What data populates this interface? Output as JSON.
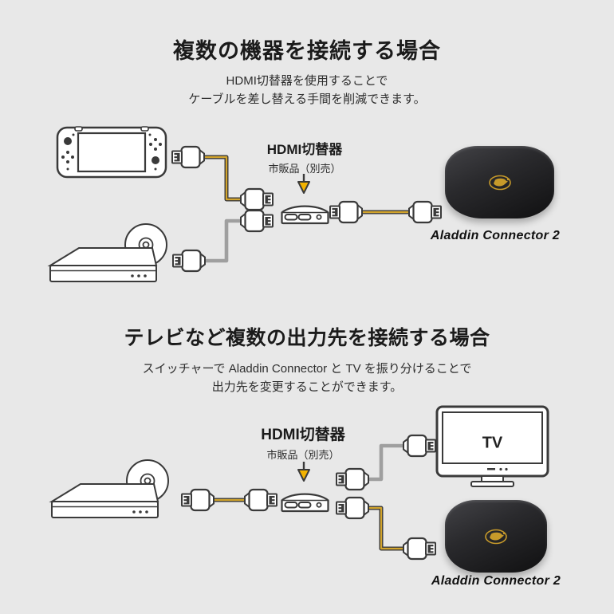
{
  "colors": {
    "background": "#e8e8e8",
    "line": "#3a3a3a",
    "cable_yellow": "#d2a42c",
    "cable_gray": "#9f9f9f",
    "arrow_yellow": "#f3b300",
    "device_black": "#1d1d1f",
    "logo_gold": "#c79a2a",
    "text_dark": "#1b1b1b",
    "text_body": "#2e2e2e"
  },
  "section1": {
    "title": "複数の機器を接続する場合",
    "subtitle_line1": "HDMI切替器を使用することで",
    "subtitle_line2": "ケーブルを差し替える手間を削減できます。",
    "switcher_label": "HDMI切替器",
    "switcher_note": "市販品（別売）",
    "device_label": "Aladdin Connector 2"
  },
  "section2": {
    "title": "テレビなど複数の出力先を接続する場合",
    "subtitle_line1": "スイッチャーで Aladdin Connector と TV を振り分けることで",
    "subtitle_line2": "出力先を変更することができます。",
    "switcher_label": "HDMI切替器",
    "switcher_note": "市販品（別売）",
    "tv_label": "TV",
    "device_label": "Aladdin Connector 2"
  }
}
